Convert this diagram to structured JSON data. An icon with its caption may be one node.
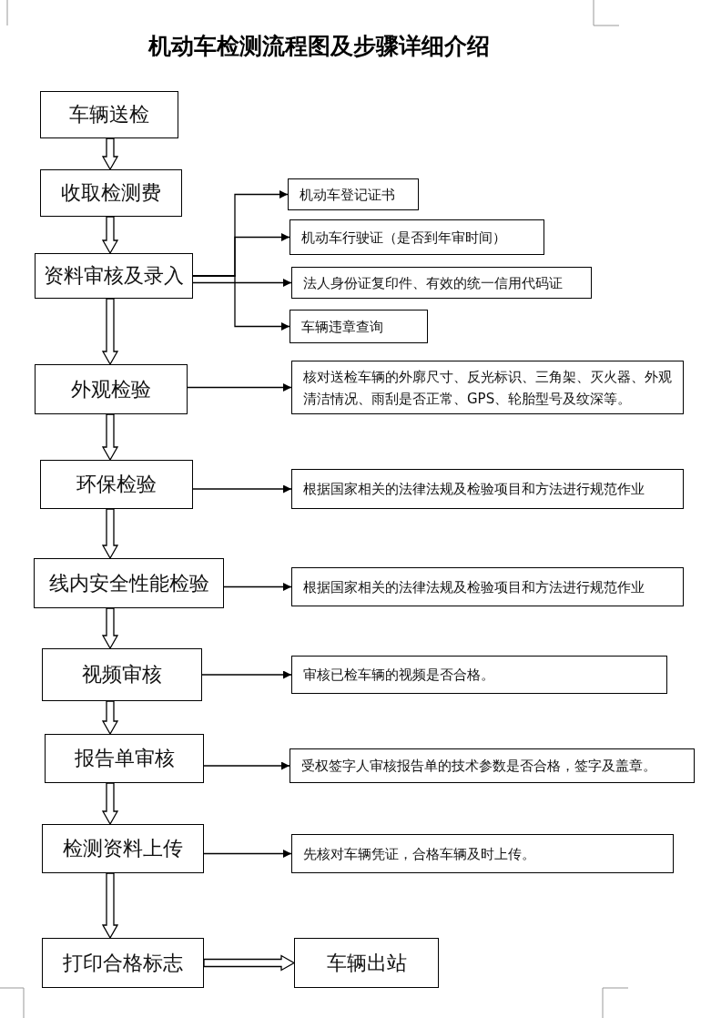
{
  "diagram": {
    "title": "机动车检测流程图及步骤详细介绍",
    "nodes": [
      {
        "text": [
          "车辆送检"
        ]
      },
      {
        "text": [
          "收取检测费"
        ]
      },
      {
        "text": [
          "资料审核及录入"
        ]
      },
      {
        "text": [
          "机动车登记证书"
        ]
      },
      {
        "text": [
          "机动车行驶证（是否到年审时间）"
        ]
      },
      {
        "text": [
          "法人身份证复印件、有效的统一信用代码证"
        ]
      },
      {
        "text": [
          "车辆违章查询"
        ]
      },
      {
        "text": [
          "外观检验"
        ]
      },
      {
        "text": [
          "核对送检车辆的外廓尺寸、反光标识、三角架、灭火器、外观清洁情况、雨刮是否正常、GPS、轮胎型号及纹深等。"
        ]
      },
      {
        "text": [
          "环保检验"
        ]
      },
      {
        "text": [
          "根据国家相关的法律法规及检验项目和方法进行规范作业"
        ]
      },
      {
        "text": [
          "线内安全性能检验"
        ]
      },
      {
        "text": [
          "根据国家相关的法律法规及检验项目和方法进行规范作业"
        ]
      },
      {
        "text": [
          "视频审核"
        ]
      },
      {
        "text": [
          "审核已检车辆的视频是否合格。"
        ]
      },
      {
        "text": [
          "报告单审核"
        ]
      },
      {
        "text": [
          "受权签字人审核报告单的技术参数是否合格，签字及盖章。"
        ]
      },
      {
        "text": [
          "检测资料上传"
        ]
      },
      {
        "text": [
          "先核对车辆凭证，合格车辆及时上传。"
        ]
      },
      {
        "text": [
          "打印合格标志"
        ]
      },
      {
        "text": [
          "车辆出站"
        ]
      }
    ],
    "edges": [
      {
        "from": 0,
        "to": 1,
        "arrow": "to",
        "style": "thick"
      },
      {
        "from": 1,
        "to": 2,
        "arrow": "to",
        "style": "thick"
      },
      {
        "from": 2,
        "to": 3,
        "arrow": "to"
      },
      {
        "from": 2,
        "to": 4,
        "arrow": "to"
      },
      {
        "from": 2,
        "to": 5,
        "arrow": "to"
      },
      {
        "from": 2,
        "to": 6,
        "arrow": "to"
      },
      {
        "from": 2,
        "to": 7,
        "arrow": "to",
        "style": "thick"
      },
      {
        "from": 7,
        "to": 8,
        "arrow": "to"
      },
      {
        "from": 7,
        "to": 9,
        "arrow": "to",
        "style": "thick"
      },
      {
        "from": 9,
        "to": 10,
        "arrow": "to"
      },
      {
        "from": 9,
        "to": 11,
        "arrow": "to",
        "style": "thick"
      },
      {
        "from": 11,
        "to": 12,
        "arrow": "to"
      },
      {
        "from": 11,
        "to": 13,
        "arrow": "to",
        "style": "thick"
      },
      {
        "from": 13,
        "to": 14,
        "arrow": "to"
      },
      {
        "from": 13,
        "to": 15,
        "arrow": "to",
        "style": "thick"
      },
      {
        "from": 15,
        "to": 16,
        "arrow": "to"
      },
      {
        "from": 15,
        "to": 17,
        "arrow": "to",
        "style": "thick"
      },
      {
        "from": 17,
        "to": 18,
        "arrow": "to"
      },
      {
        "from": 17,
        "to": 19,
        "arrow": "to",
        "style": "thick"
      },
      {
        "from": 19,
        "to": 20,
        "arrow": "to",
        "style": "thick"
      }
    ]
  }
}
